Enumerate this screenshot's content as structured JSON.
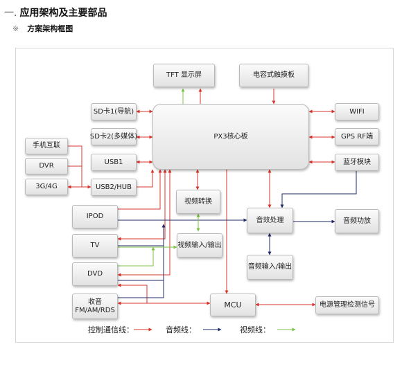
{
  "section": {
    "number": "一.",
    "title": "应用架构及主要部品",
    "sub_mark": "※",
    "sub_title": "方案架构框图"
  },
  "blocks": {
    "tft": "TFT 显示屏",
    "touch": "电容式触摸板",
    "sd1": "SD卡1(导航)",
    "sd2": "SD卡2(多媒体)",
    "usb1": "USB1",
    "usb2": "USB2/HUB",
    "core": "PX3核心板",
    "wifi": "WIFI",
    "gps": "GPS RF端",
    "bt": "蓝牙模块",
    "phone": "手机互联",
    "dvr": "DVR",
    "g34": "3G/4G",
    "video_conv": "视频转换",
    "ipod": "IPOD",
    "tv": "TV",
    "dvd": "DVD",
    "video_io": "视频输入/输出",
    "audio_proc": "音效处理",
    "audio_amp": "音频功放",
    "audio_io": "音频输入/输出",
    "radio_line1": "收音",
    "radio_line2": "FM/AM/RDS",
    "mcu": "MCU",
    "power": "电源管理检测信号"
  },
  "legend": {
    "control": "控制通信线：",
    "audio": "音频线：",
    "video": "视频线："
  },
  "colors": {
    "control": "#d9342b",
    "audio": "#1f2a66",
    "video": "#7cc242"
  }
}
